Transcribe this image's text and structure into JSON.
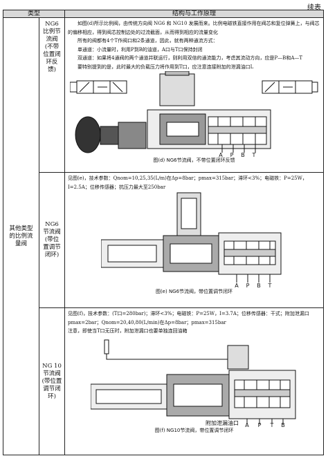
{
  "continued": "续表",
  "header": {
    "col_type": "类型",
    "col_desc": "结构与工作原理"
  },
  "group_label": "其他类型的比例流量阀",
  "rows": [
    {
      "type": "NG6比例节流阀(不带位置闭环反馈)",
      "paras": [
        "如图(d)所示比例阀，由传统方向阀 NG6 和 NG10 发展而来。比例电磁铁直接作用在阀芯和复位弹簧上，与阀芯的偏移相应，得到阀芯控制边处的过流截面，从而得到相应的流量变化",
        "所有的阀都有4个T作阀口和2条通道，因此，就有两种通流方式：",
        "单通道：小流量时，利用P到B的油道，A口与T口保持封闭",
        "双通道：如果将4通阀的两个通道并联运行，则利用双倍的通流能力，考虑其流动方向，应是P—B和A—T",
        "要特别提到的是，此时最大的负载压力将作用到T口，应注意连接附加的泄漏油口L"
      ],
      "caption": "图(d)  NG6节流阀，不带位置闭环反馈",
      "ports": [
        "A",
        "P",
        "B",
        "T"
      ]
    },
    {
      "type": "NG6节流阀(带位置调节闭环)",
      "paras": [
        "见图(e)，技术参数：Qnom=10,25,35(L/m)在Δp=8bar；pmax=315bar；滞环<3%；电磁铁：P=25W，I=2.5A；位移传感器；抗压力最大至250bar"
      ],
      "caption": "图(e)  NG6节流阀，带位置调节闭环",
      "ports": [
        "A",
        "P",
        "B",
        "T"
      ]
    },
    {
      "type": "NG 10节流阀(带位置调节闭环)",
      "paras": [
        "见图(f)，技术参数：(T口=280bar)；滞环<3%；电磁铁：P=25W，I=3.7A；位移传感器：干式；附加泄漏口 pmax=2bar；Qnom=20,40,80(L/min)在Δp=8bar；pmax=315bar",
        "注意，即使当T口无压时，附加泄漏口也要单独连回油箱"
      ],
      "caption": "图(f)  NG10节流阀，带位置调节闭环",
      "annotation": "附加泄漏油口",
      "ports": [
        "A",
        "P",
        "T",
        "B"
      ]
    }
  ]
}
